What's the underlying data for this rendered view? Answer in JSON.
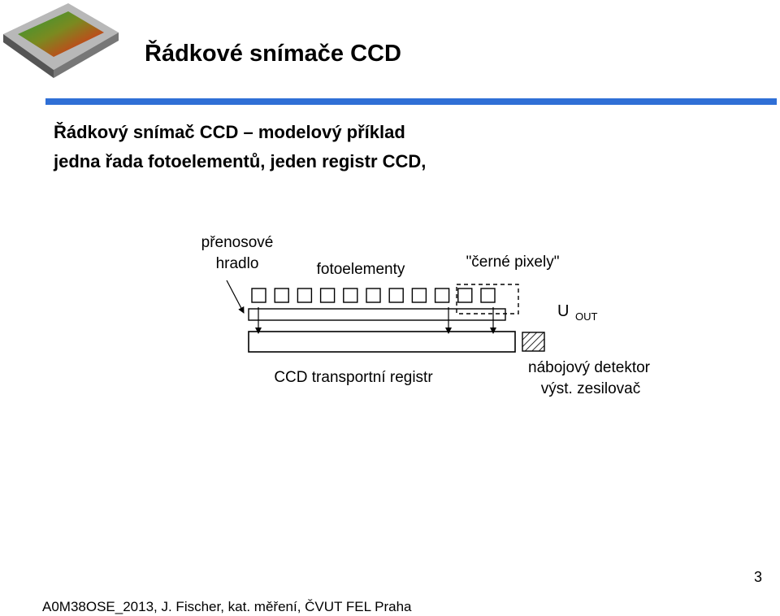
{
  "slide": {
    "title": "Řádkové snímače  CCD",
    "bullets": [
      "Řádkový snímač CCD – modelový příklad",
      "jedna řada fotoelementů, jeden registr CCD,"
    ],
    "slide_number": "3",
    "footer": "A0M38OSE_2013, J. Fischer, kat. měření, ČVUT FEL Praha"
  },
  "diagram": {
    "label_gate_line1": "přenosové",
    "label_gate_line2": "hradlo",
    "label_photoelements": "fotoelementy",
    "label_black_pixels": "\"černé pixely\"",
    "label_uout_main": "U",
    "label_uout_sub": "OUT",
    "label_register": "CCD transportní  registr",
    "label_detector_line1": "nábojový detektor",
    "label_detector_line2": "výst. zesilovač",
    "pixel_count": 11
  },
  "colors": {
    "title_bar": "#2f6fd6"
  }
}
